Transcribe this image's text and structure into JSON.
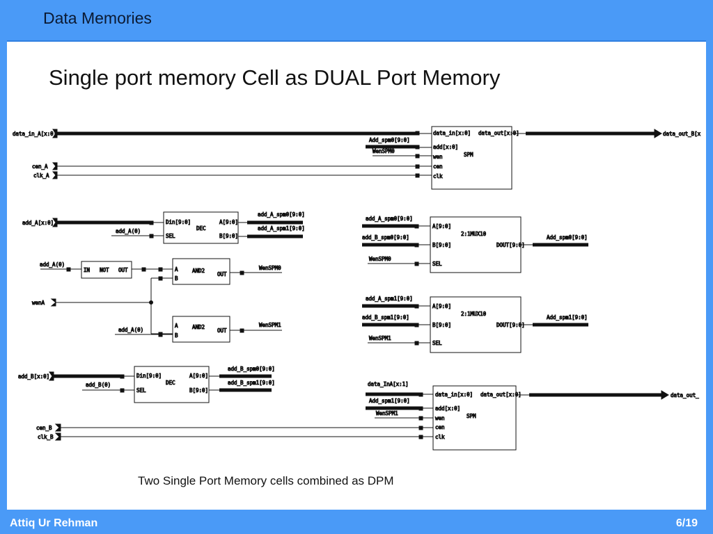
{
  "header": {
    "section_title": "Data Memories"
  },
  "slide": {
    "title": "Single port memory Cell as DUAL Port Memory",
    "caption": "Two Single Port Memory  cells combined as DPM"
  },
  "footer": {
    "author": "Attiq Ur Rehman",
    "page": "6/19"
  },
  "colors": {
    "frame": "#4a9af7",
    "footer_text": "#ffffff",
    "wire": "#111111"
  },
  "schematic": {
    "spm_a": {
      "block_name": "SPM",
      "ports_in": [
        "data_in[x:0]",
        "add[x:0]",
        "wen",
        "cen",
        "clk"
      ],
      "port_out": "data_out[x:0]",
      "ext_inputs": [
        "data_in_A[x:0]",
        "cen_A",
        "clk_A"
      ],
      "net_labels": [
        "Add_spm0[9:0]",
        "WenSPM0"
      ],
      "ext_output": "data_out_B[x"
    },
    "dec_a": {
      "block_name": "DEC",
      "ports_in": [
        "Din[9:0]",
        "SEL"
      ],
      "ports_out": [
        "A[9:0]",
        "B[9:0]"
      ],
      "ext_input": "add_A[x:0]",
      "sel_label": "add_A(0)",
      "out_labels": [
        "add_A_spm0[9:0]",
        "add_A_spm1[9:0]"
      ]
    },
    "not_gate": {
      "in_port": "IN",
      "name": "NOT",
      "out_port": "OUT",
      "input_label": "add_A(0)"
    },
    "and_top": {
      "name": "AND2",
      "in_a": "A",
      "in_b": "B",
      "out_port": "OUT",
      "out_label": "WenSPM0"
    },
    "and_bottom": {
      "name": "AND2",
      "in_a": "A",
      "in_b": "B",
      "out_port": "OUT",
      "in_label": "add_A(0)",
      "out_label": "WenSPM1"
    },
    "wen_input": "wenA",
    "mux0": {
      "name": "2:1MUX10",
      "ports_in": [
        "A[9:0]",
        "B[9:0]",
        "SEL"
      ],
      "port_out": "DOUT[9:0]",
      "in_labels": [
        "add_A_spm0[9:0]",
        "add_B_spm0[9:0]",
        "WenSPM0"
      ],
      "out_label": "Add_spm0[9:0]"
    },
    "mux1": {
      "name": "2:1MUX10",
      "ports_in": [
        "A[9:0]",
        "B[9:0]",
        "SEL"
      ],
      "port_out": "DOUT[9:0]",
      "in_labels": [
        "add_A_spm1[9:0]",
        "add_B_spm1[9:0]",
        "WenSPM1"
      ],
      "out_label": "Add_spm1[9:0]"
    },
    "dec_b": {
      "block_name": "DEC",
      "ports_in": [
        "Din[9:0]",
        "SEL"
      ],
      "ports_out": [
        "A[9:0]",
        "B[9:0]"
      ],
      "ext_input": "add_B[x:0]",
      "sel_label": "add_B(0)",
      "out_labels": [
        "add_B_spm0[9:0]",
        "add_B_spm1[9:0]"
      ]
    },
    "spm_b": {
      "block_name": "SPM",
      "ports_in": [
        "data_in[x:0]",
        "add[x:0]",
        "wen",
        "cen",
        "clk"
      ],
      "port_out": "data_out[x:0]",
      "data_label": "data_InA[x:1]",
      "net_labels": [
        "Add_spm1[9:0]",
        "WenSPM1"
      ],
      "ext_inputs": [
        "cen_B",
        "clk_B"
      ],
      "ext_output": "data_out_"
    }
  }
}
